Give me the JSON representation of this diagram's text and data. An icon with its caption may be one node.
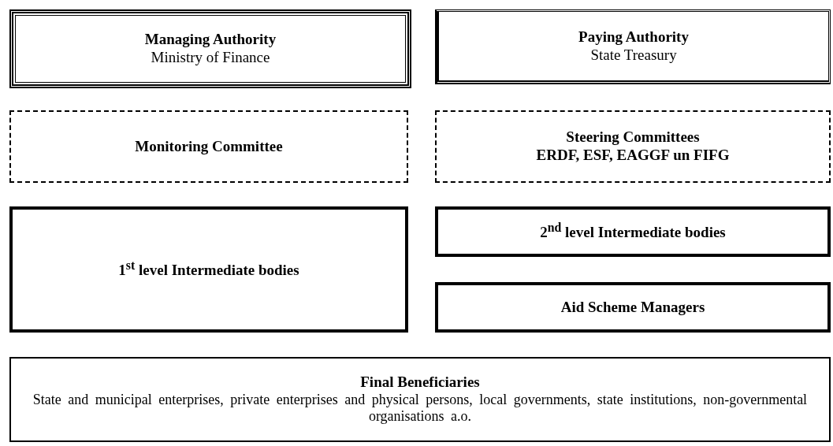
{
  "diagram": {
    "nodes": [
      {
        "text": [
          "Managing Authority",
          "Ministry of Finance"
        ]
      },
      {
        "text": [
          "Paying Authority",
          "State Treasury"
        ]
      },
      {
        "text": [
          "Monitoring Committee"
        ]
      },
      {
        "text": [
          "Steering Committees",
          "ERDF, ESF, EAGGF un FIFG"
        ]
      },
      {
        "text": [
          "1$^{st}$ level Intermediate bodies"
        ]
      },
      {
        "text": [
          "2$^{nd}$ level Intermediate bodies"
        ]
      },
      {
        "text": [
          "Aid Scheme Managers"
        ]
      },
      {
        "text": [
          "Final Beneficiaries",
          "State and municipal enterprises, private enterprises and physical persons, local governments, state institutions, non-governmental organisations a.o."
        ]
      }
    ]
  }
}
